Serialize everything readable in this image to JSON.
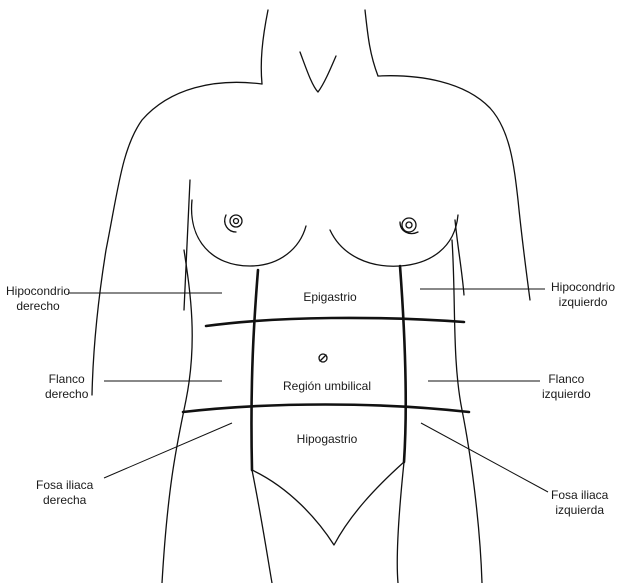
{
  "regions": {
    "hipocondrio_derecho": [
      "Hipocondrio",
      "derecho"
    ],
    "hipocondrio_izquierdo": [
      "Hipocondrio",
      "izquierdo"
    ],
    "epigastrio": "Epigastrio",
    "flanco_derecho": [
      "Flanco",
      "derecho"
    ],
    "flanco_izquierdo": [
      "Flanco",
      "izquierdo"
    ],
    "region_umbilical": "Región umbilical",
    "hipogastrio": "Hipogastrio",
    "fosa_iliaca_derecha": [
      "Fosa iliaca",
      "derecha"
    ],
    "fosa_iliaca_izquierda": [
      "Fosa iliaca",
      "izquierda"
    ]
  }
}
